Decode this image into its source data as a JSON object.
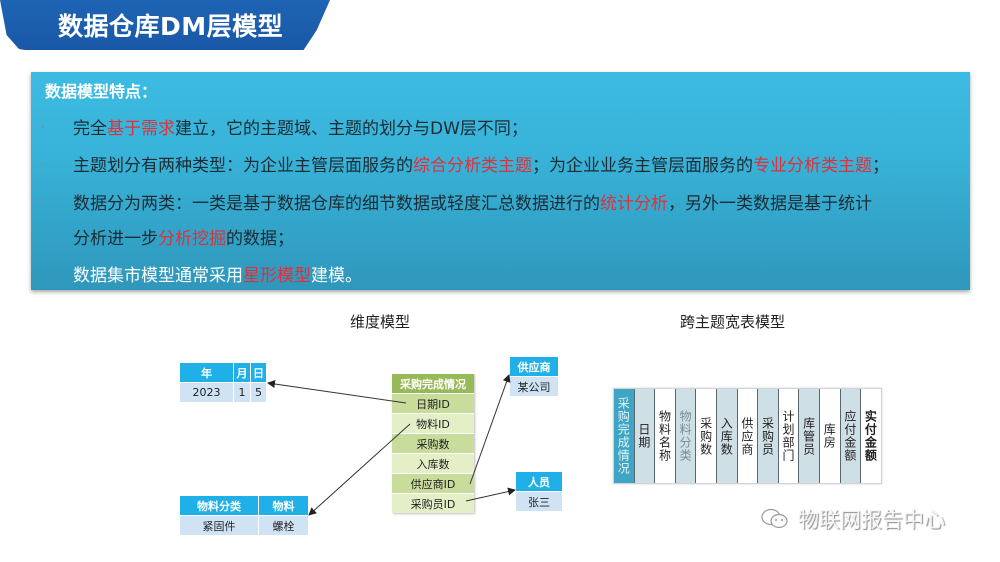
{
  "header": {
    "title": "数据仓库DM层模型"
  },
  "panel": {
    "heading": "数据模型特点：",
    "lines": [
      {
        "pre": "完全",
        "red": "基于需求",
        "post": "建立，它的主题域、主题的划分与DW层不同；"
      },
      {
        "pre": "主题划分有两种类型：为企业主管层面服务的",
        "red": "综合分析类主题",
        "mid": "；为企业业务主管层面服务的",
        "red2": "专业分析类主题",
        "post": "；"
      },
      {
        "pre": "数据分为两类：一类是基于数据仓库的细节数据或轻度汇总数据进行的",
        "red": "统计分析",
        "post": "，另外一类数据是基于统计"
      },
      {
        "pre": "分析进一步",
        "red": "分析挖掘",
        "post": "的数据；"
      },
      {
        "pre": "数据集市模型通常采用",
        "red": "星形模型",
        "post": "建模。"
      }
    ]
  },
  "dimension_model": {
    "label": "维度模型",
    "date_table": {
      "headers": [
        "年",
        "月",
        "日"
      ],
      "values": [
        "2023",
        "1",
        "5"
      ]
    },
    "material_table": {
      "headers": [
        "物料分类",
        "物料"
      ],
      "values": [
        "紧固件",
        "螺栓"
      ]
    },
    "supplier_table": {
      "header": "供应商",
      "value": "某公司"
    },
    "person_table": {
      "header": "人员",
      "value": "张三"
    },
    "fact_table": {
      "header": "采购完成情况",
      "rows": [
        "日期ID",
        "物料ID",
        "采购数",
        "入库数",
        "供应商ID",
        "采购员ID"
      ]
    }
  },
  "wide_table_model": {
    "label": "跨主题宽表模型",
    "columns": [
      "采购完成情况",
      "日期",
      "物料名称",
      "物料分类",
      "采购数",
      "入库数",
      "供应商",
      "采购员",
      "计划部门",
      "库管员",
      "库房",
      "应付金额",
      "实付金额"
    ]
  },
  "watermark": {
    "text": "物联网报告中心",
    "icon": "wechat-icon"
  },
  "colors": {
    "title_blue": "#1e64b4",
    "panel_blue": "#38b2d8",
    "highlight_red": "#e0303a",
    "dim_header_blue": "#1fb0e8",
    "fact_header_green": "#98b957"
  }
}
